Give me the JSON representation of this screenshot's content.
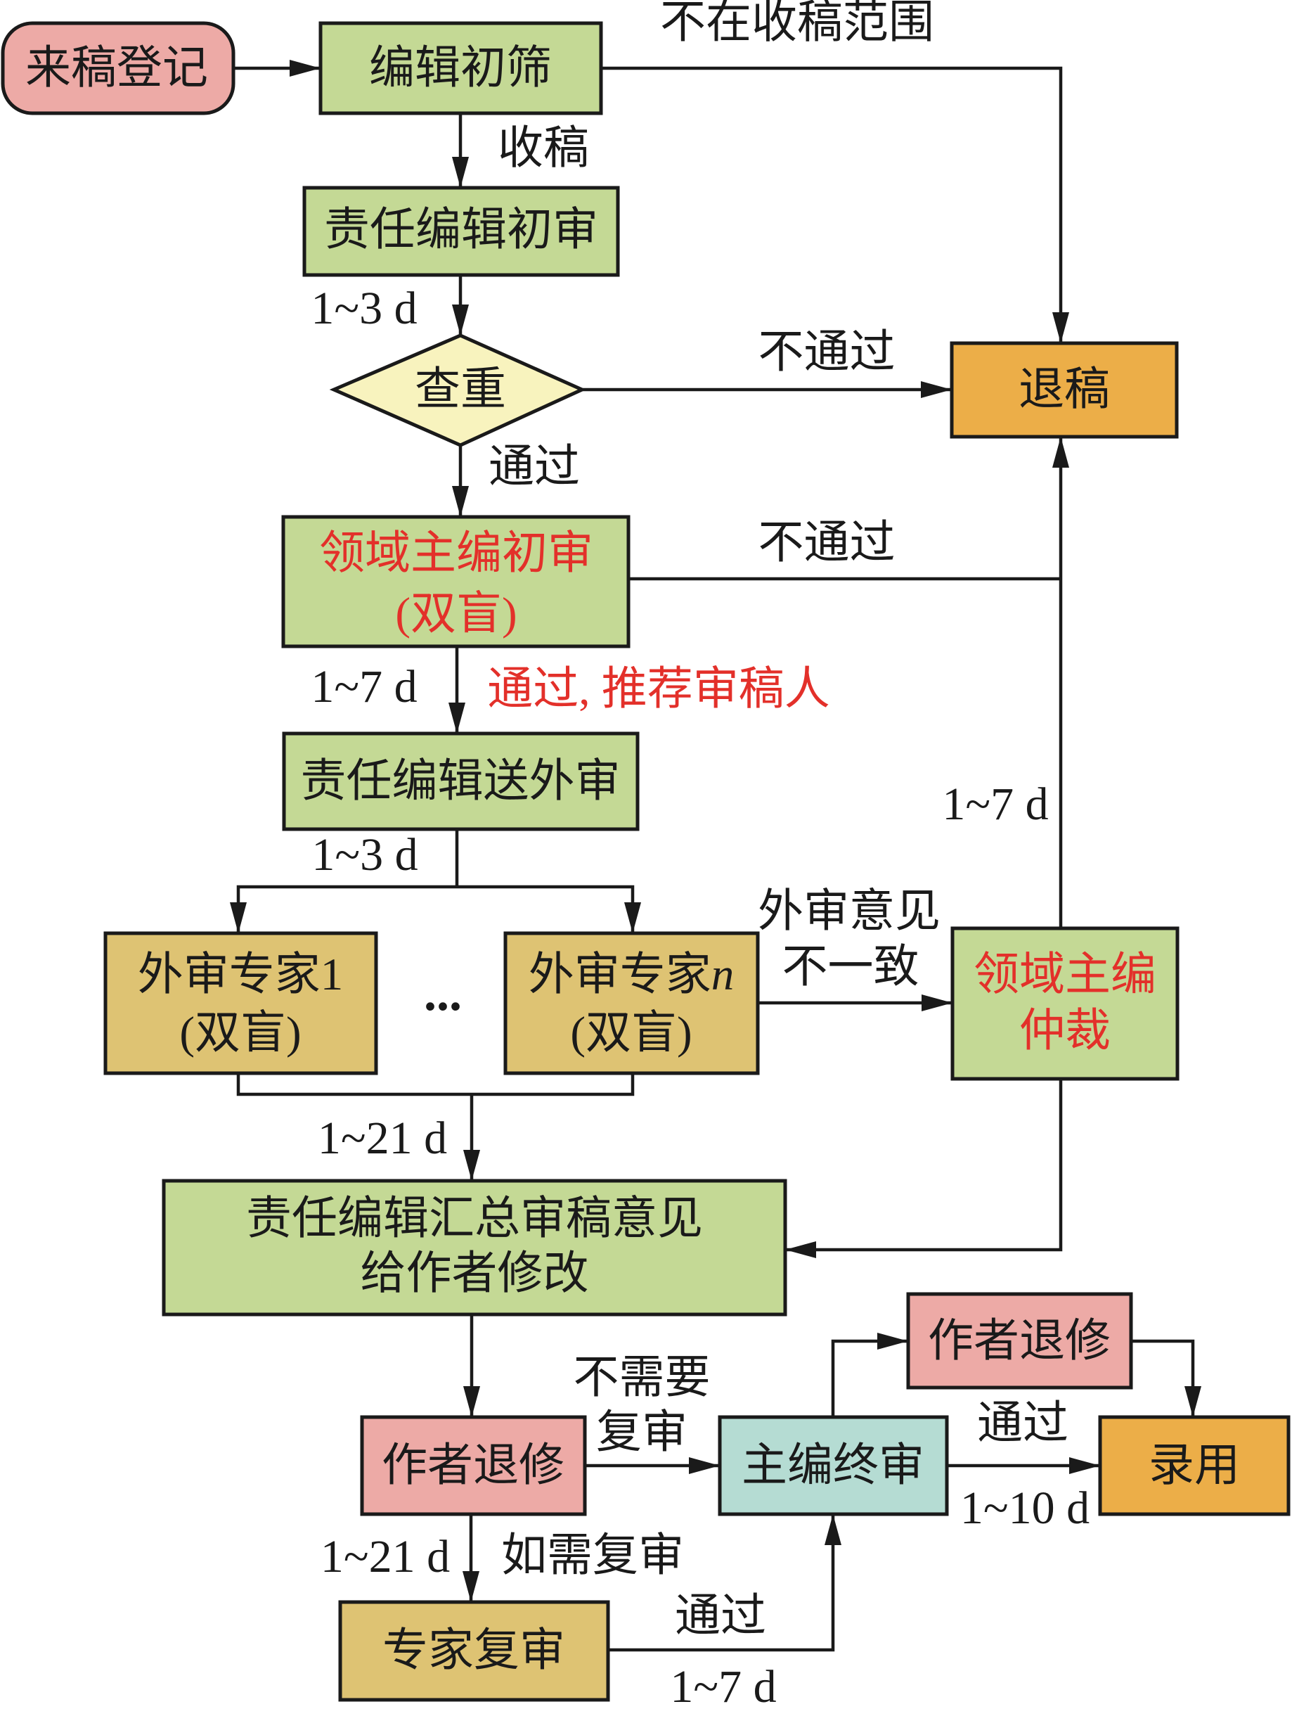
{
  "palette": {
    "registration_fill": "#EDAAA6",
    "editorial_fill": "#C4D995",
    "check_fill": "#F8F3BE",
    "outcome_fill": "#ECAE48",
    "expert_fill": "#DEC373",
    "final_review_fill": "#B5DCD3",
    "revision_fill": "#EDAAA6",
    "highlight_text": "#E3302A"
  },
  "nodes": {
    "registration": {
      "lines": [
        "来稿登记"
      ]
    },
    "editor_screening": {
      "lines": [
        "编辑初筛"
      ]
    },
    "editor_initial_review": {
      "lines": [
        "责任编辑初审"
      ]
    },
    "plagiarism_check": {
      "lines": [
        "查重"
      ]
    },
    "rejection": {
      "lines": [
        "退稿"
      ]
    },
    "domain_editor_review": {
      "lines": [
        "领域主编初审",
        "(双盲)"
      ]
    },
    "send_external_review": {
      "lines": [
        "责任编辑送外审"
      ]
    },
    "expert_1": {
      "lines": [
        "外审专家1",
        "(双盲)"
      ]
    },
    "expert_ellipsis": "...",
    "expert_n": {
      "line1_prefix": "外审专家",
      "line1_variable": "n",
      "line2": "(双盲)"
    },
    "domain_editor_arbitration": {
      "lines": [
        "领域主编",
        "仲裁"
      ]
    },
    "summarize_comments": {
      "lines": [
        "责任编辑汇总审稿意见",
        "给作者修改"
      ]
    },
    "author_revision": {
      "lines": [
        "作者退修"
      ]
    },
    "editor_in_chief_final": {
      "lines": [
        "主编终审"
      ]
    },
    "author_revision_final": {
      "lines": [
        "作者退修"
      ]
    },
    "acceptance": {
      "lines": [
        "录用"
      ]
    },
    "expert_re_review": {
      "lines": [
        "专家复审"
      ]
    }
  },
  "edge_labels": {
    "out_of_scope": "不在收稿范围",
    "accepted": "收稿",
    "initial_review_time": "1~3 d",
    "check_fail": "不通过",
    "check_pass": "通过",
    "domain_review_fail": "不通过",
    "domain_review_time": "1~7 d",
    "domain_review_pass": "通过, 推荐审稿人",
    "send_review_time": "1~3 d",
    "disagreement": [
      "外审意见",
      "不一致"
    ],
    "arbitration_time": "1~7 d",
    "expert_review_time": "1~21 d",
    "no_re_review": [
      "不需要",
      "复审"
    ],
    "final_pass": "通过",
    "final_review_time": "1~10 d",
    "revision_time": "1~21 d",
    "re_review_needed": "如需复审",
    "re_review_pass": "通过",
    "re_review_time": "1~7 d"
  }
}
